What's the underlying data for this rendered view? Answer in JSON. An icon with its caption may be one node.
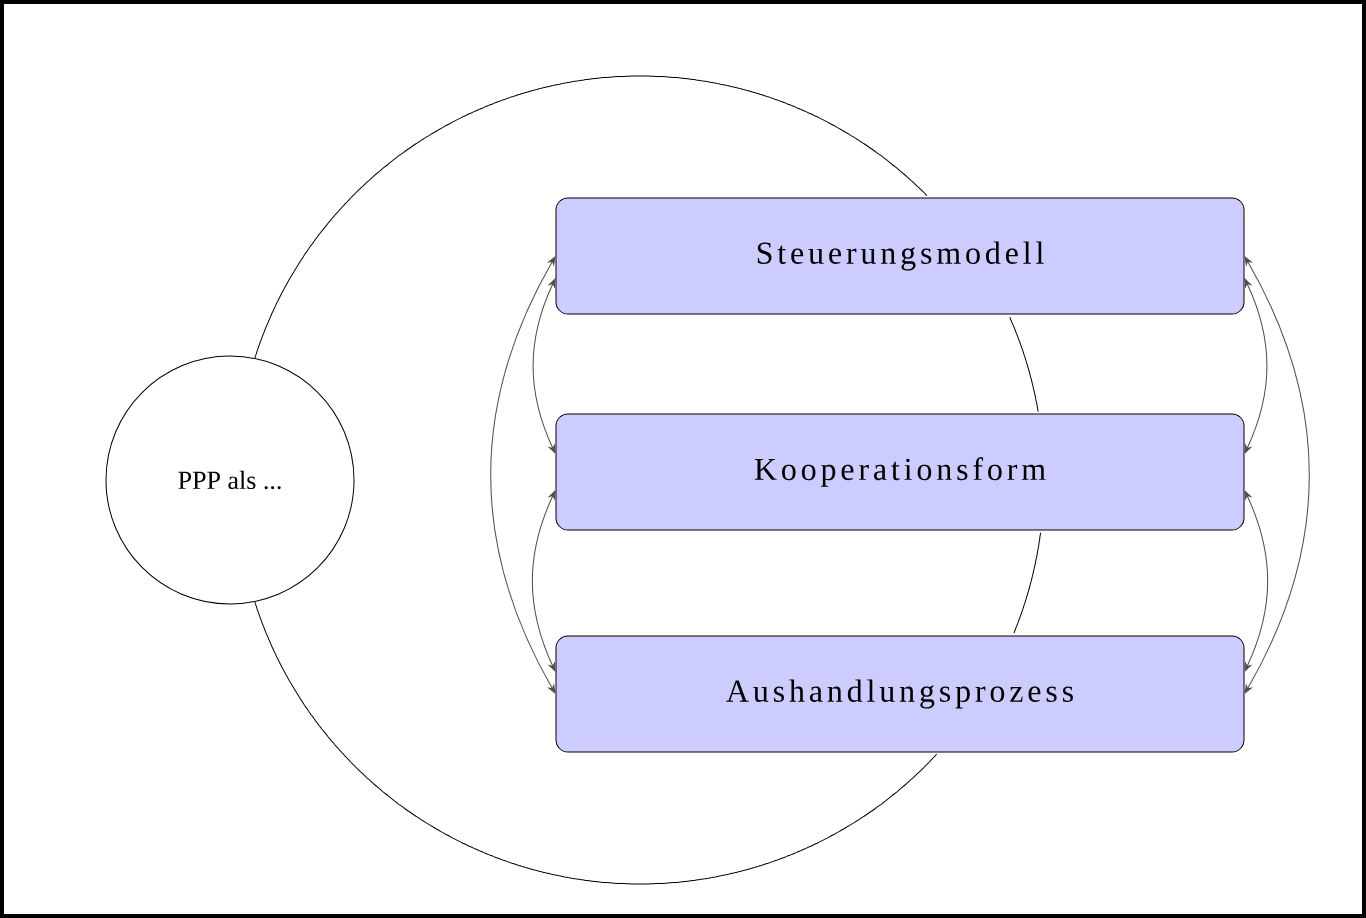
{
  "diagram": {
    "nodes": [
      {
        "text": [
          "PPP als ..."
        ]
      },
      {
        "text": [
          "Steuerungsmodell"
        ]
      },
      {
        "text": [
          "Kooperationsform"
        ]
      },
      {
        "text": [
          "Aushandlungsprozess"
        ]
      }
    ],
    "edges": [
      {
        "from": 1,
        "to": 2,
        "arrow": "both"
      },
      {
        "from": 2,
        "to": 3,
        "arrow": "both"
      },
      {
        "from": 1,
        "to": 3,
        "arrow": "both"
      },
      {
        "from": 1,
        "to": 2,
        "arrow": "both"
      },
      {
        "from": 2,
        "to": 3,
        "arrow": "both"
      },
      {
        "from": 1,
        "to": 3,
        "arrow": "both"
      }
    ]
  }
}
